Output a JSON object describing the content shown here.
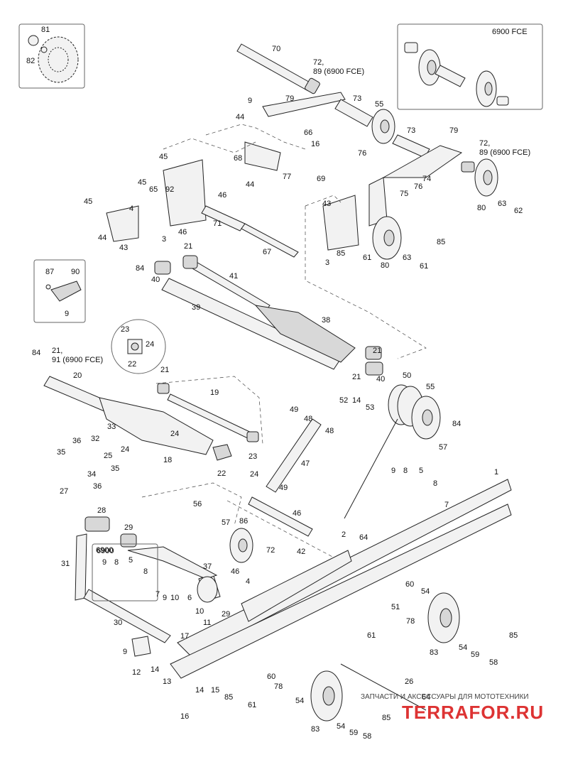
{
  "inset_fce": {
    "title": "6900 FCE"
  },
  "inset_6900": {
    "title": "6900"
  },
  "watermark": {
    "caption": "ЗАПЧАСТИ И АКСЕССУАРЫ ДЛЯ МОТОТЕХНИКИ",
    "brand": "TERRAFOR.RU"
  },
  "callouts": [
    "81",
    "82",
    "70",
    "72,",
    "89 (6900 FCE)",
    "9",
    "79",
    "73",
    "55",
    "44",
    "66",
    "16",
    "73",
    "79",
    "72,",
    "89 (6900 FCE)",
    "45",
    "68",
    "76",
    "65",
    "92",
    "45",
    "46",
    "44",
    "77",
    "69",
    "75",
    "76",
    "74",
    "45",
    "4",
    "71",
    "43",
    "80",
    "63",
    "62",
    "44",
    "3",
    "46",
    "43",
    "67",
    "85",
    "61",
    "85",
    "21",
    "3",
    "80",
    "63",
    "61",
    "84",
    "41",
    "40",
    "39",
    "87",
    "90",
    "9",
    "38",
    "23",
    "24",
    "22",
    "21",
    "84",
    "21,",
    "91 (6900 FCE)",
    "20",
    "21",
    "40",
    "50",
    "55",
    "52",
    "14",
    "53",
    "21",
    "49",
    "19",
    "48",
    "84",
    "33",
    "48",
    "57",
    "36",
    "32",
    "24",
    "24",
    "25",
    "18",
    "23",
    "35",
    "35",
    "22",
    "34",
    "47",
    "36",
    "24",
    "49",
    "27",
    "9",
    "8",
    "5",
    "8",
    "1",
    "56",
    "28",
    "29",
    "57",
    "86",
    "46",
    "6900",
    "72",
    "42",
    "2",
    "64",
    "31",
    "9",
    "8",
    "5",
    "8",
    "37",
    "46",
    "60",
    "54",
    "4",
    "7",
    "9",
    "10",
    "29",
    "6",
    "10",
    "51",
    "78",
    "30",
    "17",
    "11",
    "61",
    "85",
    "83",
    "9",
    "12",
    "14",
    "54",
    "59",
    "58",
    "13",
    "14",
    "15",
    "26",
    "60",
    "78",
    "64",
    "85",
    "61",
    "16",
    "54",
    "83",
    "54",
    "59",
    "58",
    "85",
    "7"
  ],
  "icons": {
    "drive_wheel": "idler-wheel-icon",
    "track_clip": "clip-bracket-icon",
    "sticker_bolt": "bolt-icon"
  }
}
